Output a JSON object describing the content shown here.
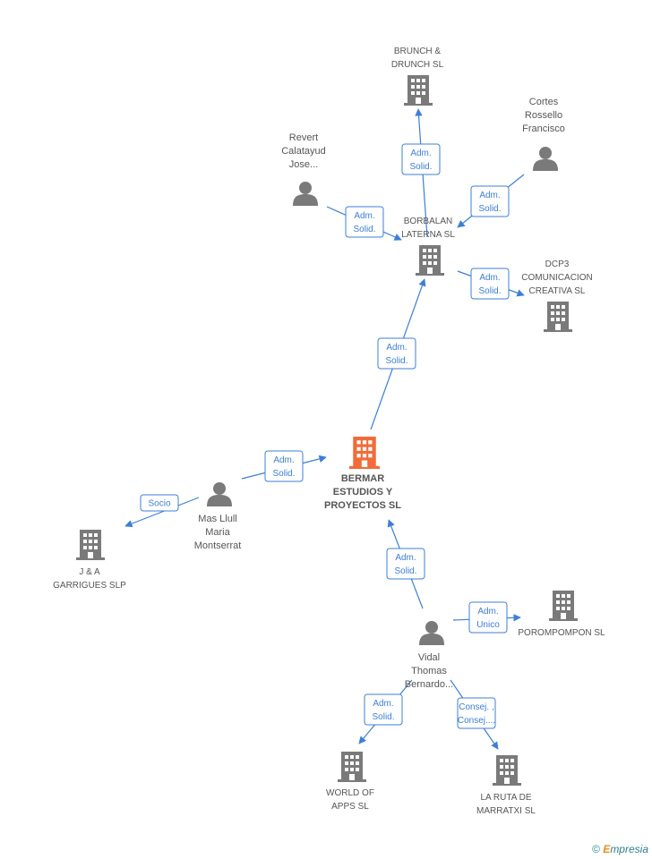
{
  "nodes": [
    {
      "id": "bermar",
      "type": "company",
      "focus": true,
      "label": [
        "BERMAR",
        "ESTUDIOS Y",
        "PROYECTOS SL"
      ]
    },
    {
      "id": "borbalan",
      "type": "company",
      "label": [
        "BORBALAN",
        "LATERNA SL"
      ]
    },
    {
      "id": "brunch",
      "type": "company",
      "label": [
        "BRUNCH &",
        "DRUNCH SL"
      ]
    },
    {
      "id": "dcp3",
      "type": "company",
      "label": [
        "DCP3",
        "COMUNICACION",
        "CREATIVA SL"
      ]
    },
    {
      "id": "revert",
      "type": "person",
      "label": [
        "Revert",
        "Calatayud",
        "Jose..."
      ]
    },
    {
      "id": "cortes",
      "type": "person",
      "label": [
        "Cortes",
        "Rossello",
        "Francisco"
      ]
    },
    {
      "id": "mas",
      "type": "person",
      "label": [
        "Mas Llull",
        "Maria",
        "Montserrat"
      ]
    },
    {
      "id": "jya",
      "type": "company",
      "label": [
        "J & A",
        "GARRIGUES SLP"
      ]
    },
    {
      "id": "vidal",
      "type": "person",
      "label": [
        "Vidal",
        "Thomas",
        "Bernardo..."
      ]
    },
    {
      "id": "porom",
      "type": "company",
      "label": [
        "POROMPOMPON SL"
      ]
    },
    {
      "id": "world",
      "type": "company",
      "label": [
        "WORLD OF",
        "APPS SL"
      ]
    },
    {
      "id": "laruta",
      "type": "company",
      "label": [
        "LA RUTA DE",
        "MARRATXI SL"
      ]
    }
  ],
  "edges": [
    {
      "from": "bermar",
      "to": "borbalan",
      "label": [
        "Adm.",
        "Solid."
      ]
    },
    {
      "from": "borbalan",
      "to": "brunch",
      "label": [
        "Adm.",
        "Solid."
      ]
    },
    {
      "from": "cortes",
      "to": "borbalan",
      "label": [
        "Adm.",
        "Solid."
      ]
    },
    {
      "from": "revert",
      "to": "borbalan",
      "label": [
        "Adm.",
        "Solid."
      ]
    },
    {
      "from": "borbalan",
      "to": "dcp3",
      "label": [
        "Adm.",
        "Solid."
      ]
    },
    {
      "from": "mas",
      "to": "bermar",
      "label": [
        "Adm.",
        "Solid."
      ]
    },
    {
      "from": "mas",
      "to": "jya",
      "label": [
        "Socio"
      ]
    },
    {
      "from": "vidal",
      "to": "bermar",
      "label": [
        "Adm.",
        "Solid."
      ]
    },
    {
      "from": "vidal",
      "to": "porom",
      "label": [
        "Adm.",
        "Unico"
      ]
    },
    {
      "from": "vidal",
      "to": "world",
      "label": [
        "Adm.",
        "Solid."
      ]
    },
    {
      "from": "vidal",
      "to": "laruta",
      "label": [
        "Consej. ,",
        "Consej...."
      ]
    }
  ],
  "colors": {
    "edge": "#3c7fd6",
    "node": "#7a7a7a",
    "focus_node": "#f26b3a"
  },
  "footer": {
    "copyright": "©",
    "brand_e": "E",
    "brand_rest": "mpresia"
  }
}
